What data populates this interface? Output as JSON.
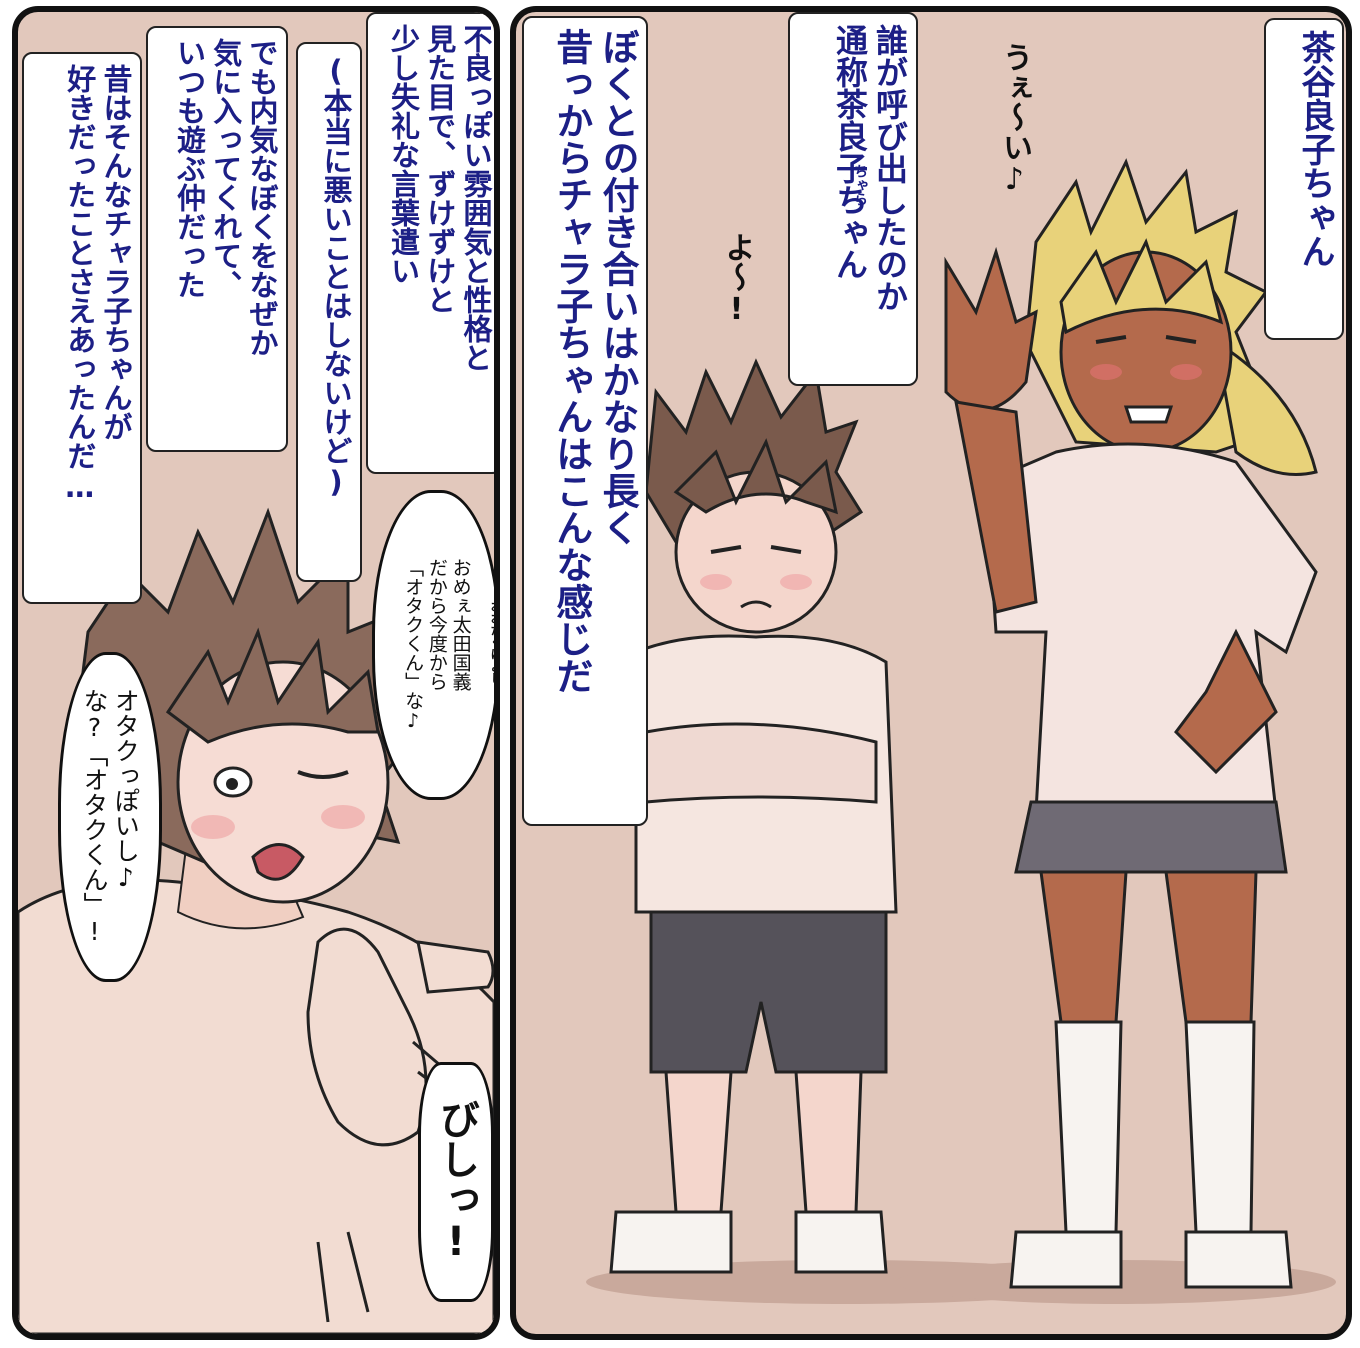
{
  "right_panel": {
    "captions": {
      "name": [
        "茶谷良子ちゃん"
      ],
      "nickname": [
        "誰が呼び出したのか",
        "通称茶良子ちゃん"
      ],
      "nickname_ruby": "ちゃら",
      "relationship": [
        "ぼくとの付き合いはかなり長く",
        "昔っからチャラ子ちゃんはこんな感じだ"
      ]
    },
    "sfx": {
      "greeting": "うぇ〜い♪",
      "reply": "よ〜!"
    }
  },
  "left_panel": {
    "captions": {
      "personality": [
        "不良っぽい雰囲気と性格と",
        "見た目で、ずけずけと",
        "少し失礼な言葉遣い"
      ],
      "aside": [
        "(本当に悪いことはしないけど)"
      ],
      "friendship": [
        "でも内気なぼくをなぜか",
        "気に入ってくれて、",
        "いつも遊ぶ仲だった"
      ],
      "crush": [
        "昔はそんなチャラ子ちゃんが",
        "好きだったことさえあったんだ…"
      ]
    },
    "speech": {
      "naming": [
        "おめぇ太田国義",
        "だから今度から",
        "「オタクくん」な♪"
      ],
      "naming_ruby": "おおたくによし",
      "teasing": [
        "オタクっぽいし♪",
        "な?「オタクくん」!"
      ]
    },
    "sfx": {
      "point": "びしっ!"
    }
  }
}
